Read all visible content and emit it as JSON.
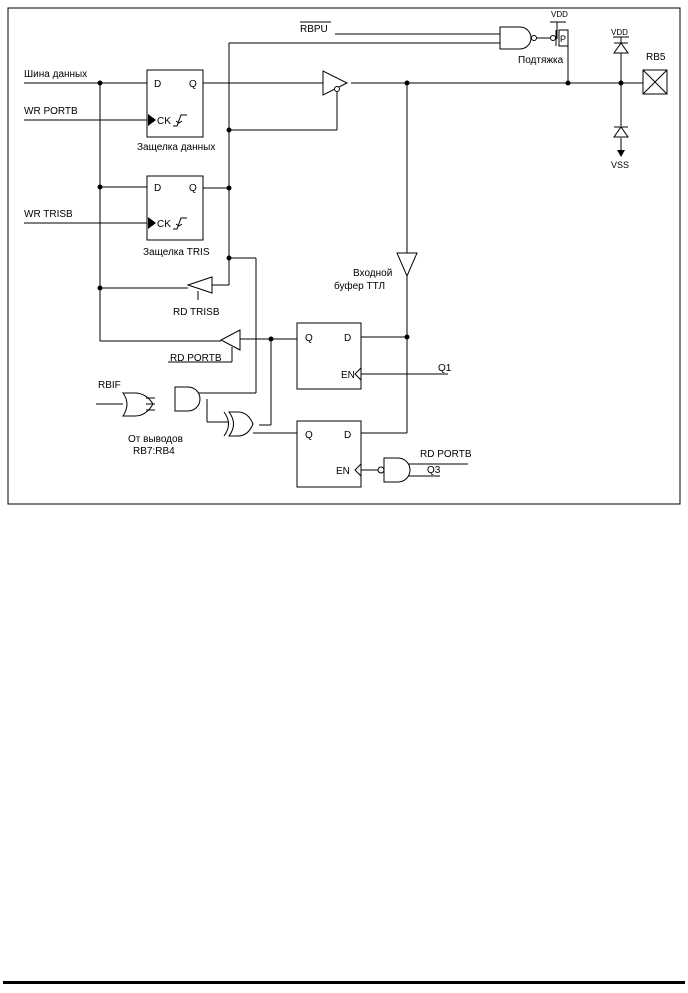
{
  "signals": {
    "rbpu": "RBPU",
    "vdd_main": "VDD",
    "vdd_diode": "VDD",
    "vss": "VSS",
    "rb5": "RB5",
    "data_bus": "Шина данных",
    "wr_portb": "WR PORTB",
    "wr_trisb": "WR TRISB",
    "rd_trisb": "RD TRISB",
    "rd_portb_buffer": "RD PORTB",
    "rd_portb_and": "RD PORTB",
    "rbif": "RBIF",
    "q1": "Q1",
    "q3": "Q3",
    "pins": "RB7:RB4",
    "pins_prefix": "От выводов"
  },
  "blocks": {
    "data_latch": {
      "label": "Защелка данных",
      "d": "D",
      "q": "Q",
      "ck": "CK"
    },
    "tris_latch": {
      "label": "Защелка TRIS",
      "d": "D",
      "q": "Q",
      "ck": "CK"
    },
    "pullup": {
      "label": "Подтяжка",
      "p": "P"
    },
    "ttl_buffer": {
      "label_line1": "Входной",
      "label_line2": "буфер ТТЛ"
    },
    "latch_upper": {
      "q": "Q",
      "d": "D",
      "en": "EN"
    },
    "latch_lower": {
      "q": "Q",
      "d": "D",
      "en": "EN"
    }
  }
}
